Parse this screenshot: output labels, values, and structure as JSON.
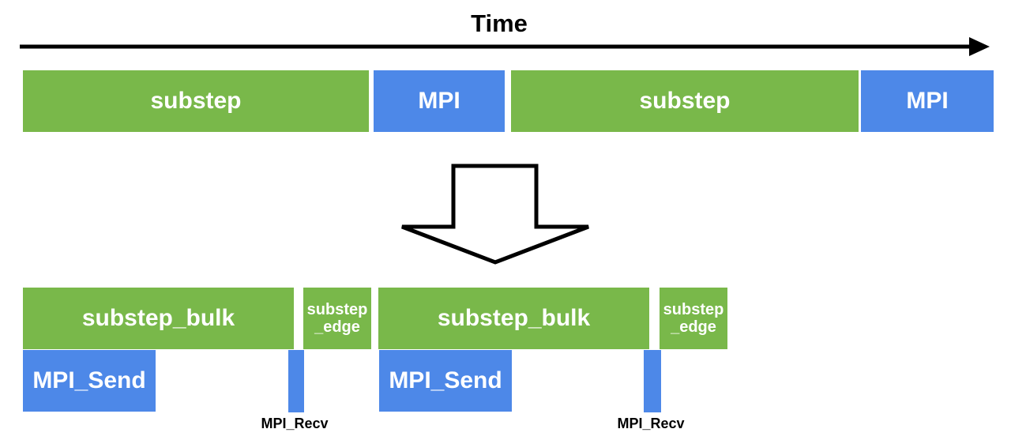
{
  "time_axis": {
    "label": "Time"
  },
  "top_row": {
    "blocks": [
      {
        "label": "substep",
        "kind": "compute"
      },
      {
        "label": "MPI",
        "kind": "communication"
      },
      {
        "label": "substep",
        "kind": "compute"
      },
      {
        "label": "MPI",
        "kind": "communication"
      }
    ]
  },
  "transform": {
    "icon": "down-arrow-icon"
  },
  "bottom_row": {
    "groups": [
      {
        "bulk_label": "substep_bulk",
        "edge_label_line1": "substep",
        "edge_label_line2": "_edge",
        "send_label": "MPI_Send",
        "recv_label": "MPI_Recv"
      },
      {
        "bulk_label": "substep_bulk",
        "edge_label_line1": "substep",
        "edge_label_line2": "_edge",
        "send_label": "MPI_Send",
        "recv_label": "MPI_Recv"
      }
    ]
  },
  "colors": {
    "compute_green": "#79b84a",
    "communication_blue": "#4d88e8",
    "block_text": "#ffffff",
    "annotation_text": "#000000"
  }
}
